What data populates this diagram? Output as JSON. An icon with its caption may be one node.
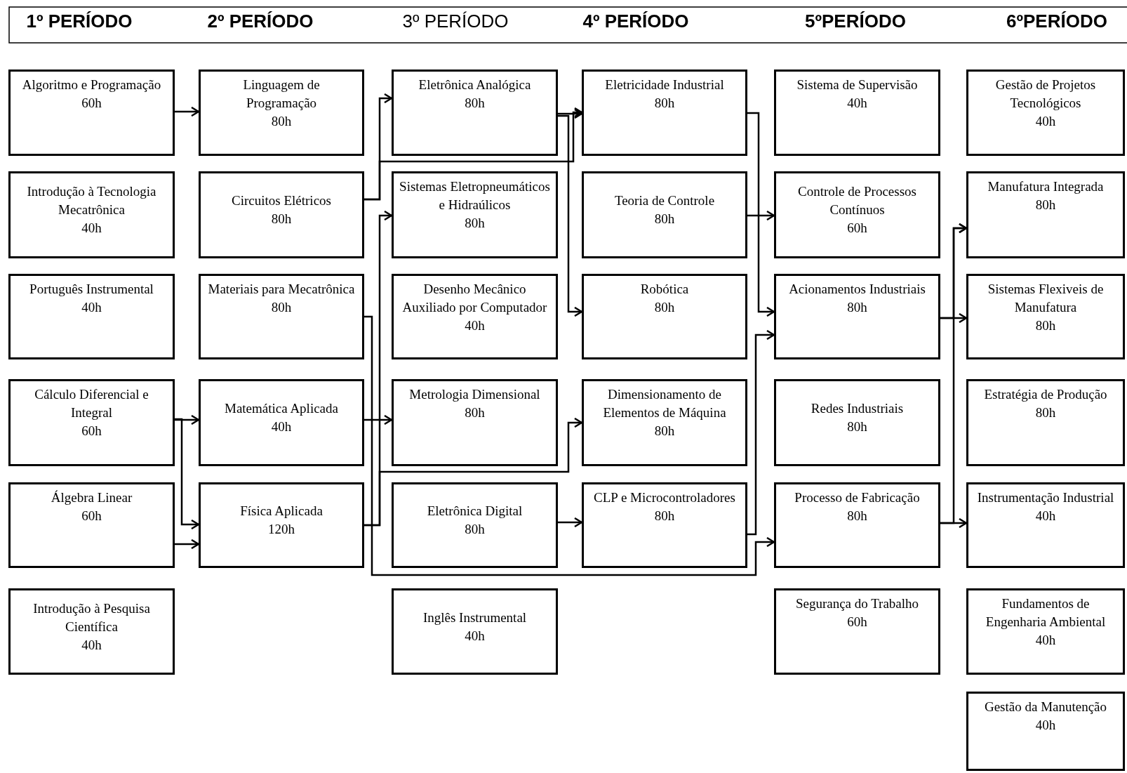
{
  "diagram": {
    "nodes": [
      {
        "text": [
          "Algoritmo e Programação",
          "60h"
        ]
      },
      {
        "text": [
          "Introdução à Tecnologia Mecatrônica",
          "40h"
        ]
      },
      {
        "text": [
          "Português Instrumental",
          "40h"
        ]
      },
      {
        "text": [
          "Cálculo Diferencial e Integral",
          "60h"
        ]
      },
      {
        "text": [
          "Álgebra Linear",
          "60h"
        ]
      },
      {
        "text": [
          "Introdução à Pesquisa Científica",
          "40h"
        ]
      },
      {
        "text": [
          "Linguagem de Programação",
          "80h"
        ]
      },
      {
        "text": [
          "Circuitos Elétricos",
          "80h"
        ]
      },
      {
        "text": [
          "Materiais para Mecatrônica",
          "80h"
        ]
      },
      {
        "text": [
          "Matemática Aplicada",
          "40h"
        ]
      },
      {
        "text": [
          "Física Aplicada",
          "120h"
        ]
      },
      {
        "text": [
          "Eletrônica Analógica",
          "80h"
        ]
      },
      {
        "text": [
          "Sistemas Eletropneumáticos e Hidraúlicos",
          "80h"
        ]
      },
      {
        "text": [
          "Desenho Mecânico Auxiliado por Computador",
          "40h"
        ]
      },
      {
        "text": [
          "Metrologia Dimensional",
          "80h"
        ]
      },
      {
        "text": [
          "Eletrônica Digital",
          "80h"
        ]
      },
      {
        "text": [
          "Inglês Instrumental",
          "40h"
        ]
      },
      {
        "text": [
          "Eletricidade Industrial",
          "80h"
        ]
      },
      {
        "text": [
          "Teoria de Controle",
          "80h"
        ]
      },
      {
        "text": [
          "Robótica",
          "80h"
        ]
      },
      {
        "text": [
          "Dimensionamento de Elementos de Máquina",
          "80h"
        ]
      },
      {
        "text": [
          "CLP e Microcontroladores",
          "80h"
        ]
      },
      {
        "text": [
          "Sistema de Supervisão",
          "40h"
        ]
      },
      {
        "text": [
          "Controle de Processos Contínuos",
          "60h"
        ]
      },
      {
        "text": [
          "Acionamentos Industriais",
          "80h"
        ]
      },
      {
        "text": [
          "Redes Industriais",
          "80h"
        ]
      },
      {
        "text": [
          "Processo de Fabricação",
          "80h"
        ]
      },
      {
        "text": [
          "Segurança do Trabalho",
          "60h"
        ]
      },
      {
        "text": [
          "Gestão de Projetos Tecnológicos",
          "40h"
        ]
      },
      {
        "text": [
          "Manufatura Integrada",
          "80h"
        ]
      },
      {
        "text": [
          "Sistemas Flexiveis de Manufatura",
          "80h"
        ]
      },
      {
        "text": [
          "Estratégia de Produção",
          "80h"
        ]
      },
      {
        "text": [
          "Instrumentação Industrial",
          "40h"
        ]
      },
      {
        "text": [
          "Fundamentos de Engenharia Ambiental",
          "40h"
        ]
      },
      {
        "text": [
          "Gestão da Manutenção",
          "40h"
        ]
      }
    ],
    "edges": [
      {
        "from": 0,
        "to": 6,
        "arrow": "to"
      },
      {
        "from": 3,
        "to": 9,
        "arrow": "to"
      },
      {
        "from": 3,
        "to": 10,
        "arrow": "to"
      },
      {
        "from": 4,
        "to": 10,
        "arrow": "to"
      },
      {
        "from": 7,
        "to": 11,
        "arrow": "to"
      },
      {
        "from": 7,
        "to": 17,
        "arrow": "to"
      },
      {
        "from": 10,
        "to": 12,
        "arrow": "to"
      },
      {
        "from": 9,
        "to": 14,
        "arrow": "to"
      },
      {
        "from": 10,
        "to": 20,
        "arrow": "to"
      },
      {
        "from": 8,
        "to": 26,
        "arrow": "to"
      },
      {
        "from": 11,
        "to": 17,
        "arrow": "to"
      },
      {
        "from": 11,
        "to": 19,
        "arrow": "to"
      },
      {
        "from": 15,
        "to": 21,
        "arrow": "to"
      },
      {
        "from": 17,
        "to": 24,
        "arrow": "to"
      },
      {
        "from": 18,
        "to": 23,
        "arrow": "to"
      },
      {
        "from": 21,
        "to": 24,
        "arrow": "to"
      },
      {
        "from": 24,
        "to": 30,
        "arrow": "to"
      },
      {
        "from": 24,
        "to": 29,
        "arrow": "to"
      },
      {
        "from": 26,
        "to": 32,
        "arrow": "to"
      },
      {
        "from": 26,
        "to": 29,
        "arrow": "to"
      }
    ],
    "labels": [
      "1º PERÍODO",
      "2º PERÍODO",
      "3º PERÍODO",
      "4º PERÍODO",
      "5ºPERÍODO",
      "6ºPERÍODO"
    ]
  }
}
